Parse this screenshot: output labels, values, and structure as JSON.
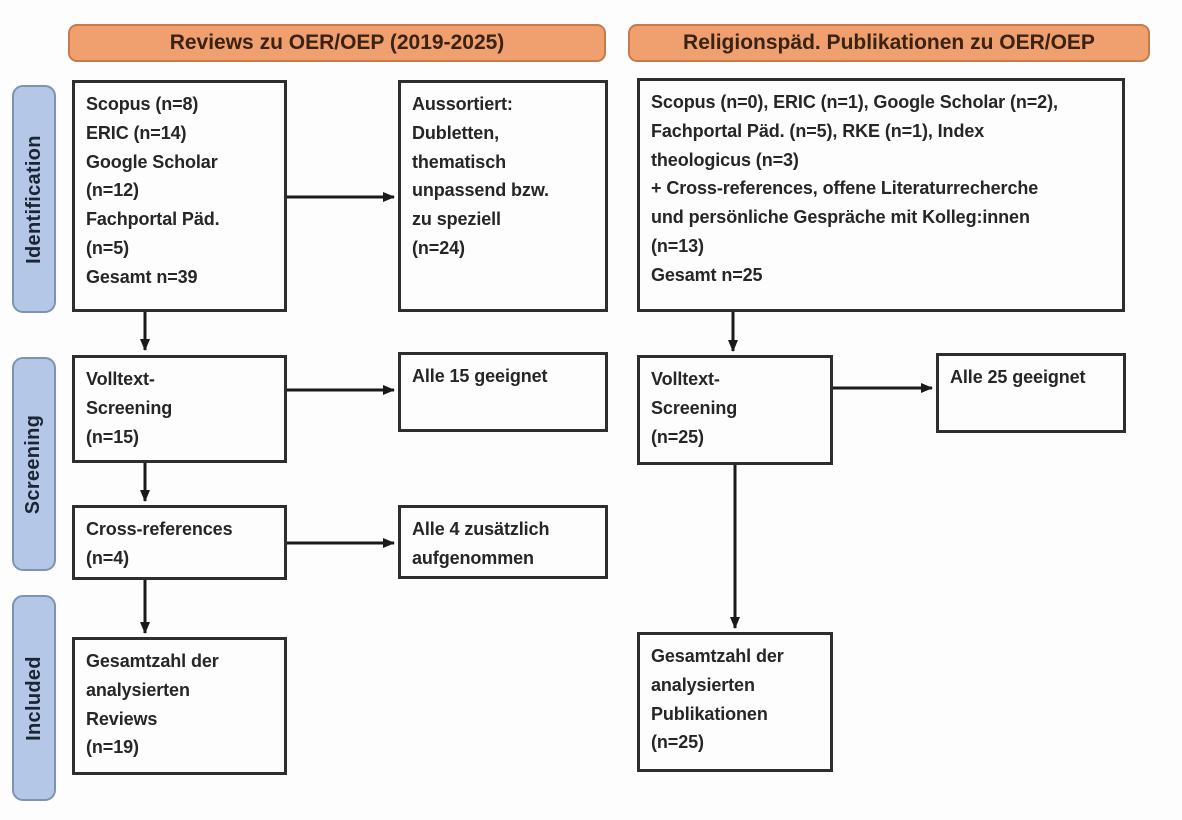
{
  "headers": {
    "left": "Reviews zu OER/OEP (2019-2025)",
    "right": "Religionspäd. Publikationen zu OER/OEP"
  },
  "stages": [
    {
      "label": "Identification"
    },
    {
      "label": "Screening"
    },
    {
      "label": "Included"
    }
  ],
  "left_flow": {
    "sources": "Scopus (n=8)\nERIC (n=14)\nGoogle Scholar\n(n=12)\nFachportal Päd.\n(n=5)\nGesamt n=39",
    "excluded": "Aussortiert:\nDubletten,\nthematisch\nunpassend bzw.\nzu speziell\n(n=24)",
    "fulltext": "Volltext-\nScreening\n(n=15)",
    "fulltext_result": "Alle 15 geeignet",
    "crossref": "Cross-references\n(n=4)",
    "crossref_result": "Alle 4 zusätzlich\naufgenommen",
    "included": "Gesamtzahl der\nanalysierten\nReviews\n(n=19)"
  },
  "right_flow": {
    "sources": "Scopus (n=0), ERIC (n=1), Google Scholar (n=2),\nFachportal Päd. (n=5), RKE (n=1), Index\ntheologicus (n=3)\n+ Cross-references, offene Literaturrecherche\nund persönliche Gespräche mit Kolleg:innen\n(n=13)\nGesamt n=25",
    "fulltext": "Volltext-\nScreening\n(n=25)",
    "fulltext_result": "Alle 25 geeignet",
    "included": "Gesamtzahl der\nanalysierten\nPublikationen\n(n=25)"
  },
  "colors": {
    "header_fill": "#F0A06E",
    "header_border": "#C97A4B",
    "header_text": "#3A2315",
    "stage_fill": "#B4C7E6",
    "stage_border": "#7E93B4",
    "stage_text": "#1B2533",
    "box_border": "#2E2E2E",
    "box_text": "#262626",
    "arrow": "#1A1A1A",
    "background": "#FDFDFD"
  }
}
